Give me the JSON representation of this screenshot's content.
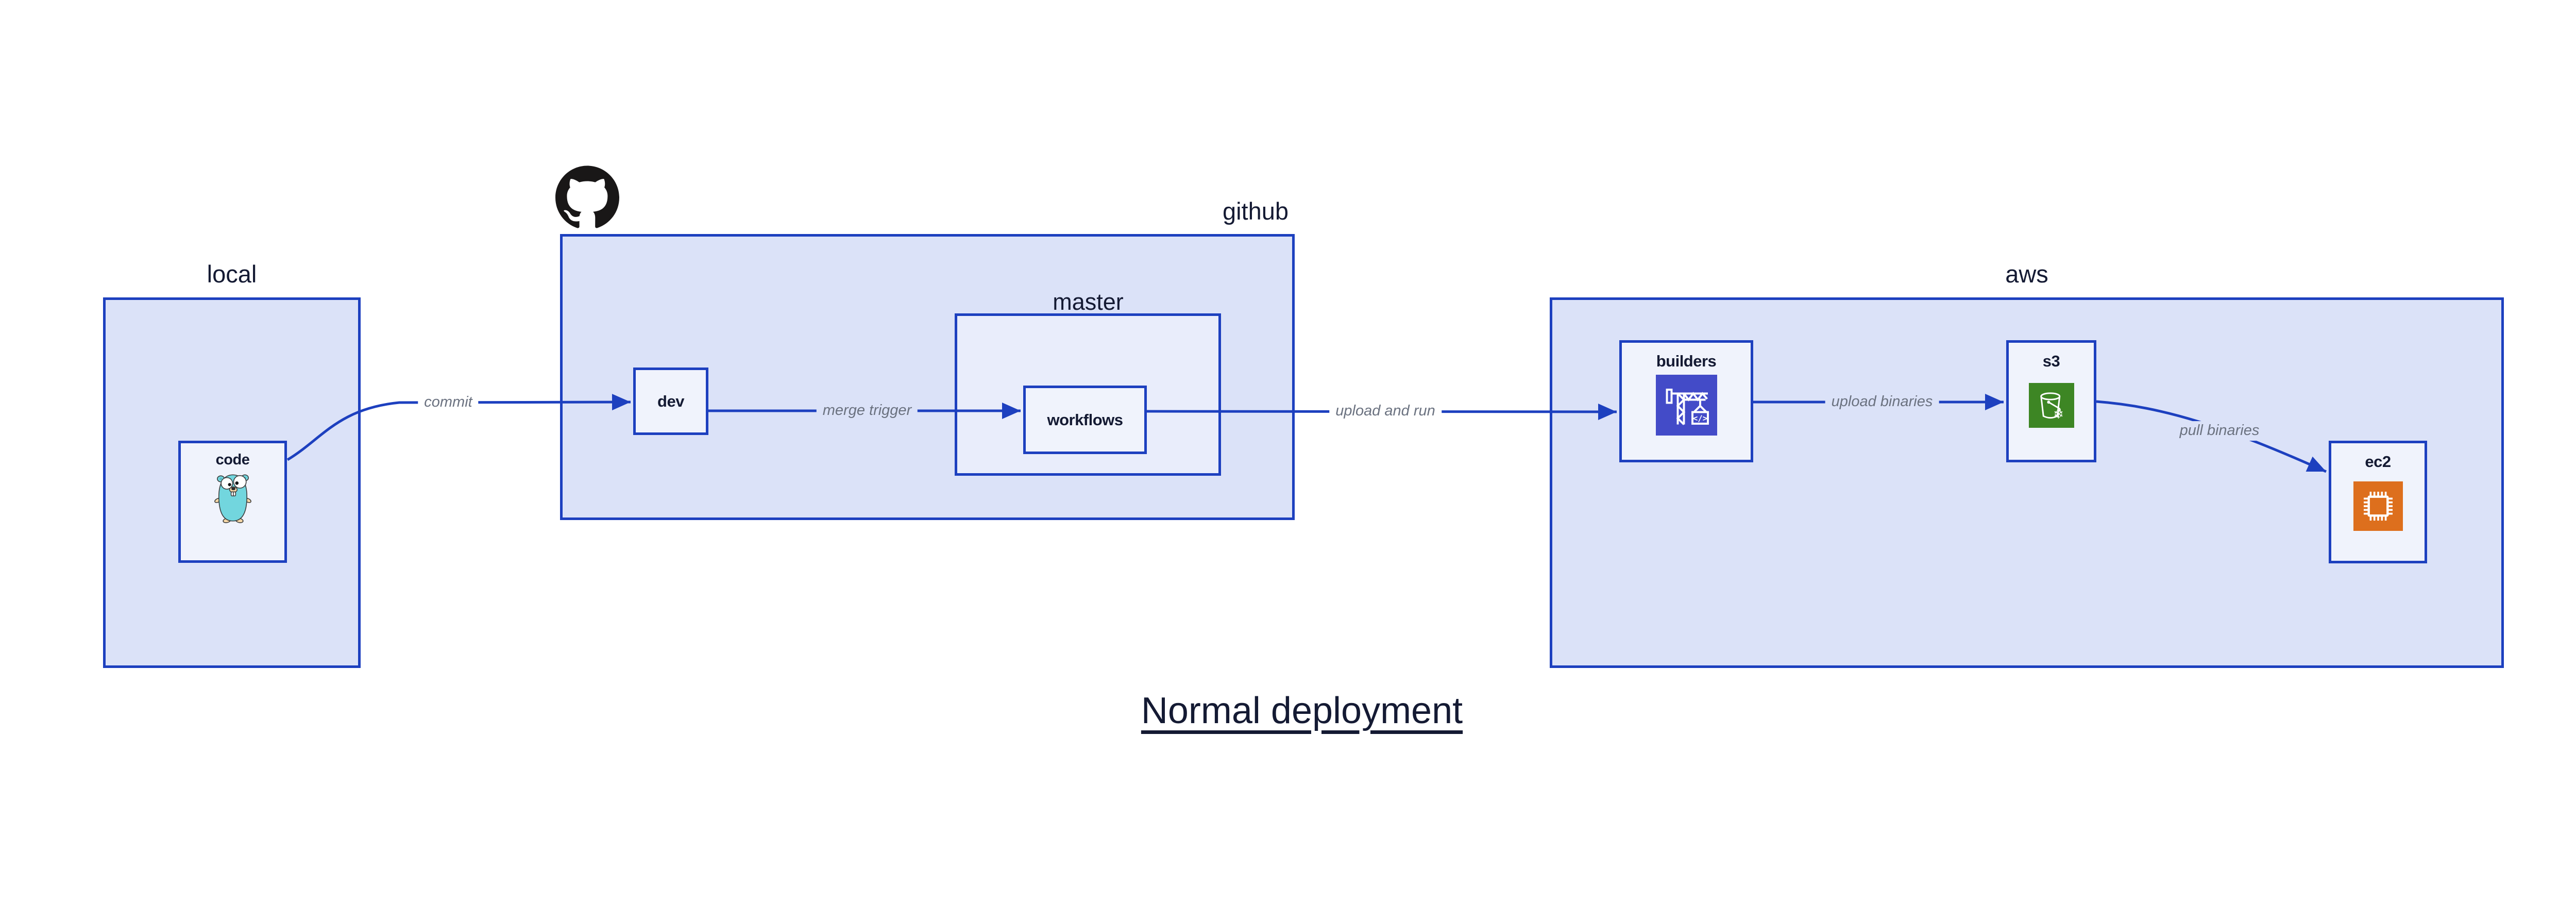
{
  "title": "Normal deployment",
  "colors": {
    "page_bg": "#ffffff",
    "border": "#1d40bf",
    "container_fill": "#dbe2f8",
    "mid_fill": "#e9edfb",
    "leaf_fill": "#f0f3fc",
    "edge_label_text": "#6b7280",
    "node_text": "#141a33",
    "builders_icon_bg": "#434bc8",
    "s3_icon_bg": "#3d8624",
    "ec2_icon_bg": "#dd6f1d",
    "github_logo": "#191717",
    "gopher_teal": "#72d6de"
  },
  "containers": {
    "local": {
      "label": "local"
    },
    "github": {
      "label": "github"
    },
    "master": {
      "label": "master"
    },
    "aws": {
      "label": "aws"
    }
  },
  "nodes": {
    "code": {
      "label": "code",
      "icon": "go-gopher-icon"
    },
    "dev": {
      "label": "dev"
    },
    "workflows": {
      "label": "workflows"
    },
    "builders": {
      "label": "builders",
      "icon": "codebuild-crane-icon"
    },
    "s3": {
      "label": "s3",
      "icon": "s3-glacier-bucket-icon"
    },
    "ec2": {
      "label": "ec2",
      "icon": "ec2-chip-icon"
    }
  },
  "edges": {
    "commit": {
      "label": "commit",
      "from": "code",
      "to": "dev"
    },
    "merge_trigger": {
      "label": "merge trigger",
      "from": "dev",
      "to": "workflows"
    },
    "upload_and_run": {
      "label": "upload and run",
      "from": "workflows",
      "to": "builders"
    },
    "upload_binaries": {
      "label": "upload binaries",
      "from": "builders",
      "to": "s3"
    },
    "pull_binaries": {
      "label": "pull binaries",
      "from": "s3",
      "to": "ec2"
    }
  },
  "logo": {
    "name": "github-octocat-logo"
  }
}
